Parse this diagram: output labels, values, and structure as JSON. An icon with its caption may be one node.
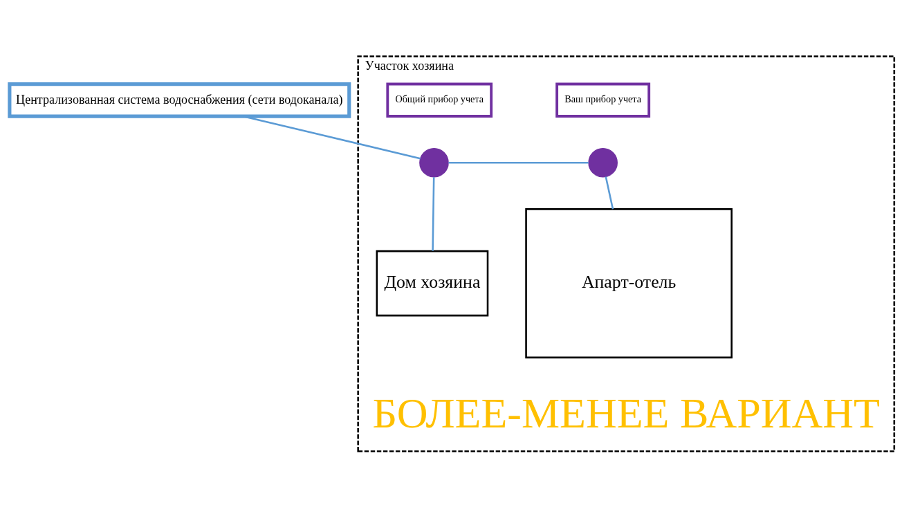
{
  "diagram": {
    "nodes": [
      {
        "text": [
          "Централизованная система водоснабжения (сети водоканала)"
        ]
      },
      {
        "text": [
          "Участок хозяина"
        ]
      },
      {
        "text": [
          "Общий прибор учета"
        ],
        "in": 1
      },
      {
        "text": [],
        "shape": "circle",
        "in": 1
      },
      {
        "text": [
          "Ваш прибор учета"
        ],
        "in": 1
      },
      {
        "text": [],
        "shape": "circle",
        "in": 1
      },
      {
        "text": [
          "Дом хозяина"
        ],
        "in": 1
      },
      {
        "text": [
          "Апарт-отель"
        ],
        "in": 1
      }
    ],
    "edges": [
      {
        "from": 0,
        "to": 3,
        "arrow": "none"
      },
      {
        "from": 3,
        "to": 6,
        "arrow": "none"
      },
      {
        "from": 3,
        "to": 5,
        "arrow": "none"
      },
      {
        "from": 5,
        "to": 7,
        "arrow": "none"
      }
    ],
    "labels": [
      "БОЛЕЕ-МЕНЕЕ ВАРИАНТ"
    ]
  }
}
